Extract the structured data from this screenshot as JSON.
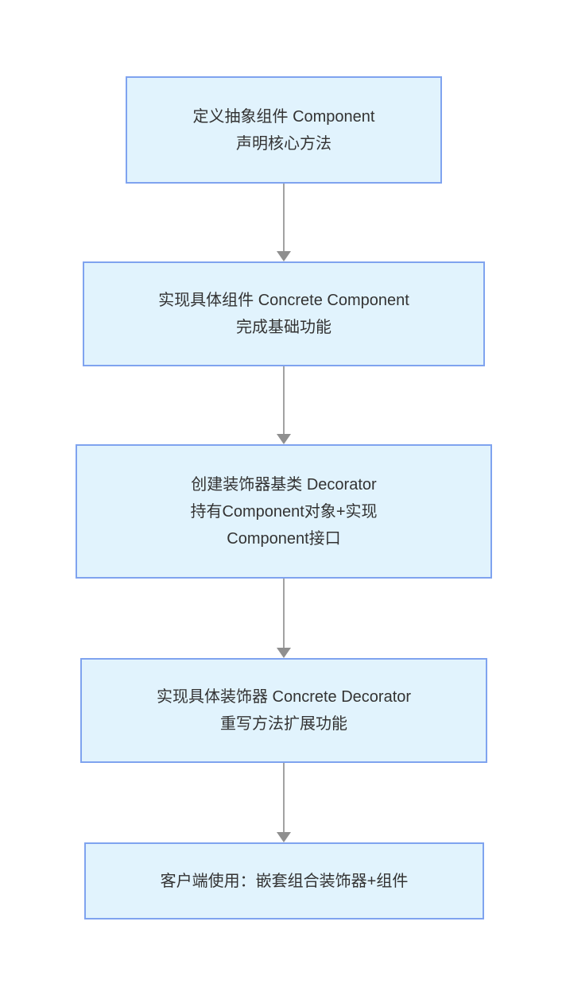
{
  "diagram": {
    "type": "flowchart",
    "direction": "top-down",
    "nodes": [
      {
        "id": "step1",
        "text": "定义抽象组件 Component\n声明核心方法"
      },
      {
        "id": "step2",
        "text": "实现具体组件 Concrete Component\n完成基础功能"
      },
      {
        "id": "step3",
        "text": "创建装饰器基类 Decorator\n持有Component对象+实现\nComponent接口"
      },
      {
        "id": "step4",
        "text": "实现具体装饰器 Concrete Decorator\n重写方法扩展功能"
      },
      {
        "id": "step5",
        "text": "客户端使用：嵌套组合装饰器+组件"
      }
    ],
    "edges": [
      {
        "from": "step1",
        "to": "step2"
      },
      {
        "from": "step2",
        "to": "step3"
      },
      {
        "from": "step3",
        "to": "step4"
      },
      {
        "from": "step4",
        "to": "step5"
      }
    ],
    "colors": {
      "node_fill": "#e1f3fd",
      "node_border": "#7fa3ef",
      "arrow_line": "#a2a2a2",
      "arrow_head": "#8f8f8f",
      "text": "#333333",
      "background": "#ffffff"
    }
  }
}
